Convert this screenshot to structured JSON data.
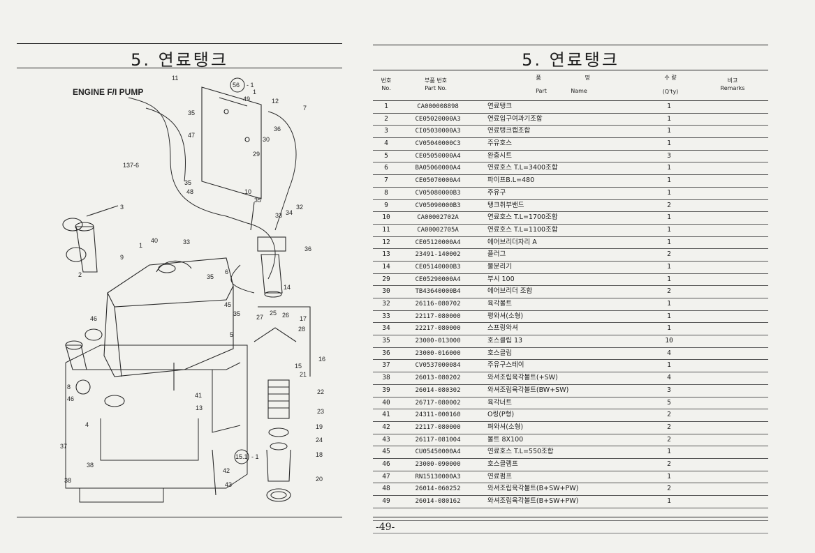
{
  "left_page": {
    "title": "5. 연료탱크",
    "diagram": {
      "callout_engine": "ENGINE F/I PUMP",
      "callout_56": "56",
      "callout_56_suffix": "- 1",
      "callout_151": "15.1",
      "callout_151_suffix": "- 1",
      "callout_1376": "137-6",
      "part_labels": [
        "11",
        "12",
        "7",
        "49",
        "1",
        "36",
        "35",
        "47",
        "30",
        "29",
        "48",
        "35",
        "3",
        "10",
        "35",
        "34",
        "32",
        "33",
        "40",
        "33",
        "9",
        "1",
        "2",
        "35",
        "6",
        "36",
        "46",
        "14",
        "45",
        "35",
        "5",
        "27",
        "25",
        "26",
        "17",
        "28",
        "16",
        "15",
        "21",
        "22",
        "23",
        "19",
        "24",
        "18",
        "20",
        "8",
        "46",
        "4",
        "41",
        "13",
        "37",
        "38",
        "38",
        "42",
        "43"
      ]
    }
  },
  "right_page": {
    "title": "5. 연료탱크",
    "headers": {
      "no_kr": "번호",
      "no_en": "No.",
      "part_kr": "부품 번호",
      "part_en": "Part   No.",
      "name_kr1": "품",
      "name_kr2": "명",
      "name_en1": "Part",
      "name_en2": "Name",
      "qty_kr": "수  량",
      "qty_en": "(Q'ty)",
      "remarks_kr": "비고",
      "remarks_en": "Remarks"
    },
    "rows": [
      {
        "no": "1",
        "part": "CA000008898",
        "name": "연료탱크",
        "qty": "1"
      },
      {
        "no": "2",
        "part": "CE05020000A3",
        "name": "연료입구여과기조합",
        "qty": "1"
      },
      {
        "no": "3",
        "part": "CI05030000A3",
        "name": "연료탱크캡조합",
        "qty": "1"
      },
      {
        "no": "4",
        "part": "CV05040000C3",
        "name": "주유호스",
        "qty": "1"
      },
      {
        "no": "5",
        "part": "CE05050000A4",
        "name": "완충시트",
        "qty": "3"
      },
      {
        "no": "6",
        "part": "BA05060000A4",
        "name": "연료호스 T.L=3400조합",
        "qty": "1"
      },
      {
        "no": "7",
        "part": "CE05070000A4",
        "name": "파이프B.L=480",
        "qty": "1"
      },
      {
        "no": "8",
        "part": "CV05080000B3",
        "name": "주유구",
        "qty": "1"
      },
      {
        "no": "9",
        "part": "CV05090000B3",
        "name": "탱크취부밴드",
        "qty": "2"
      },
      {
        "no": "10",
        "part": "CA00002702A",
        "name": "연료호스 T.L=1700조합",
        "qty": "1"
      },
      {
        "no": "11",
        "part": "CA00002705A",
        "name": "연료호스 T.L=1100조합",
        "qty": "1"
      },
      {
        "no": "12",
        "part": "CE05120000A4",
        "name": "에어브리더자리 A",
        "qty": "1"
      },
      {
        "no": "13",
        "part": "23491-140002",
        "name": "플러그",
        "qty": "2"
      },
      {
        "no": "14",
        "part": "CE05140000B3",
        "name": "물분리기",
        "qty": "1"
      },
      {
        "no": "29",
        "part": "CE05290000A4",
        "name": "부시 100",
        "qty": "1"
      },
      {
        "no": "30",
        "part": "TB43640000B4",
        "name": "에어브리더 조합",
        "qty": "2"
      },
      {
        "no": "32",
        "part": "26116-080702",
        "name": "육각볼트",
        "qty": "1"
      },
      {
        "no": "33",
        "part": "22117-080000",
        "name": "평와셔(소형)",
        "qty": "1"
      },
      {
        "no": "34",
        "part": "22217-080000",
        "name": "스프링와셔",
        "qty": "1"
      },
      {
        "no": "35",
        "part": "23000-013000",
        "name": "호스클립 13",
        "qty": "10"
      },
      {
        "no": "36",
        "part": "23000-016000",
        "name": "호스클립",
        "qty": "4"
      },
      {
        "no": "37",
        "part": "CV0537000084",
        "name": "주유구스테이",
        "qty": "1"
      },
      {
        "no": "38",
        "part": "26013-080202",
        "name": "와셔조립육각볼트(+SW)",
        "qty": "4"
      },
      {
        "no": "39",
        "part": "26014-080302",
        "name": "와셔조립육각볼트(BW+SW)",
        "qty": "3"
      },
      {
        "no": "40",
        "part": "26717-080002",
        "name": "육각너트",
        "qty": "5"
      },
      {
        "no": "41",
        "part": "24311-000160",
        "name": "O링(P형)",
        "qty": "2"
      },
      {
        "no": "42",
        "part": "22117-080000",
        "name": "펴와셔(소형)",
        "qty": "2"
      },
      {
        "no": "43",
        "part": "26117-081004",
        "name": "볼트 8X100",
        "qty": "2"
      },
      {
        "no": "45",
        "part": "CU05450000A4",
        "name": "연료호스 T.L=550조합",
        "qty": "1"
      },
      {
        "no": "46",
        "part": "23000-090000",
        "name": "호스클램프",
        "qty": "2"
      },
      {
        "no": "47",
        "part": "RN15130000A3",
        "name": "연료펌프",
        "qty": "1"
      },
      {
        "no": "48",
        "part": "26014-060252",
        "name": "와셔조립육각볼트(B+SW+PW)",
        "qty": "2"
      },
      {
        "no": "49",
        "part": "26014-080162",
        "name": "와셔조립육각볼트(B+SW+PW)",
        "qty": "1"
      }
    ],
    "page_number": "-49-"
  }
}
